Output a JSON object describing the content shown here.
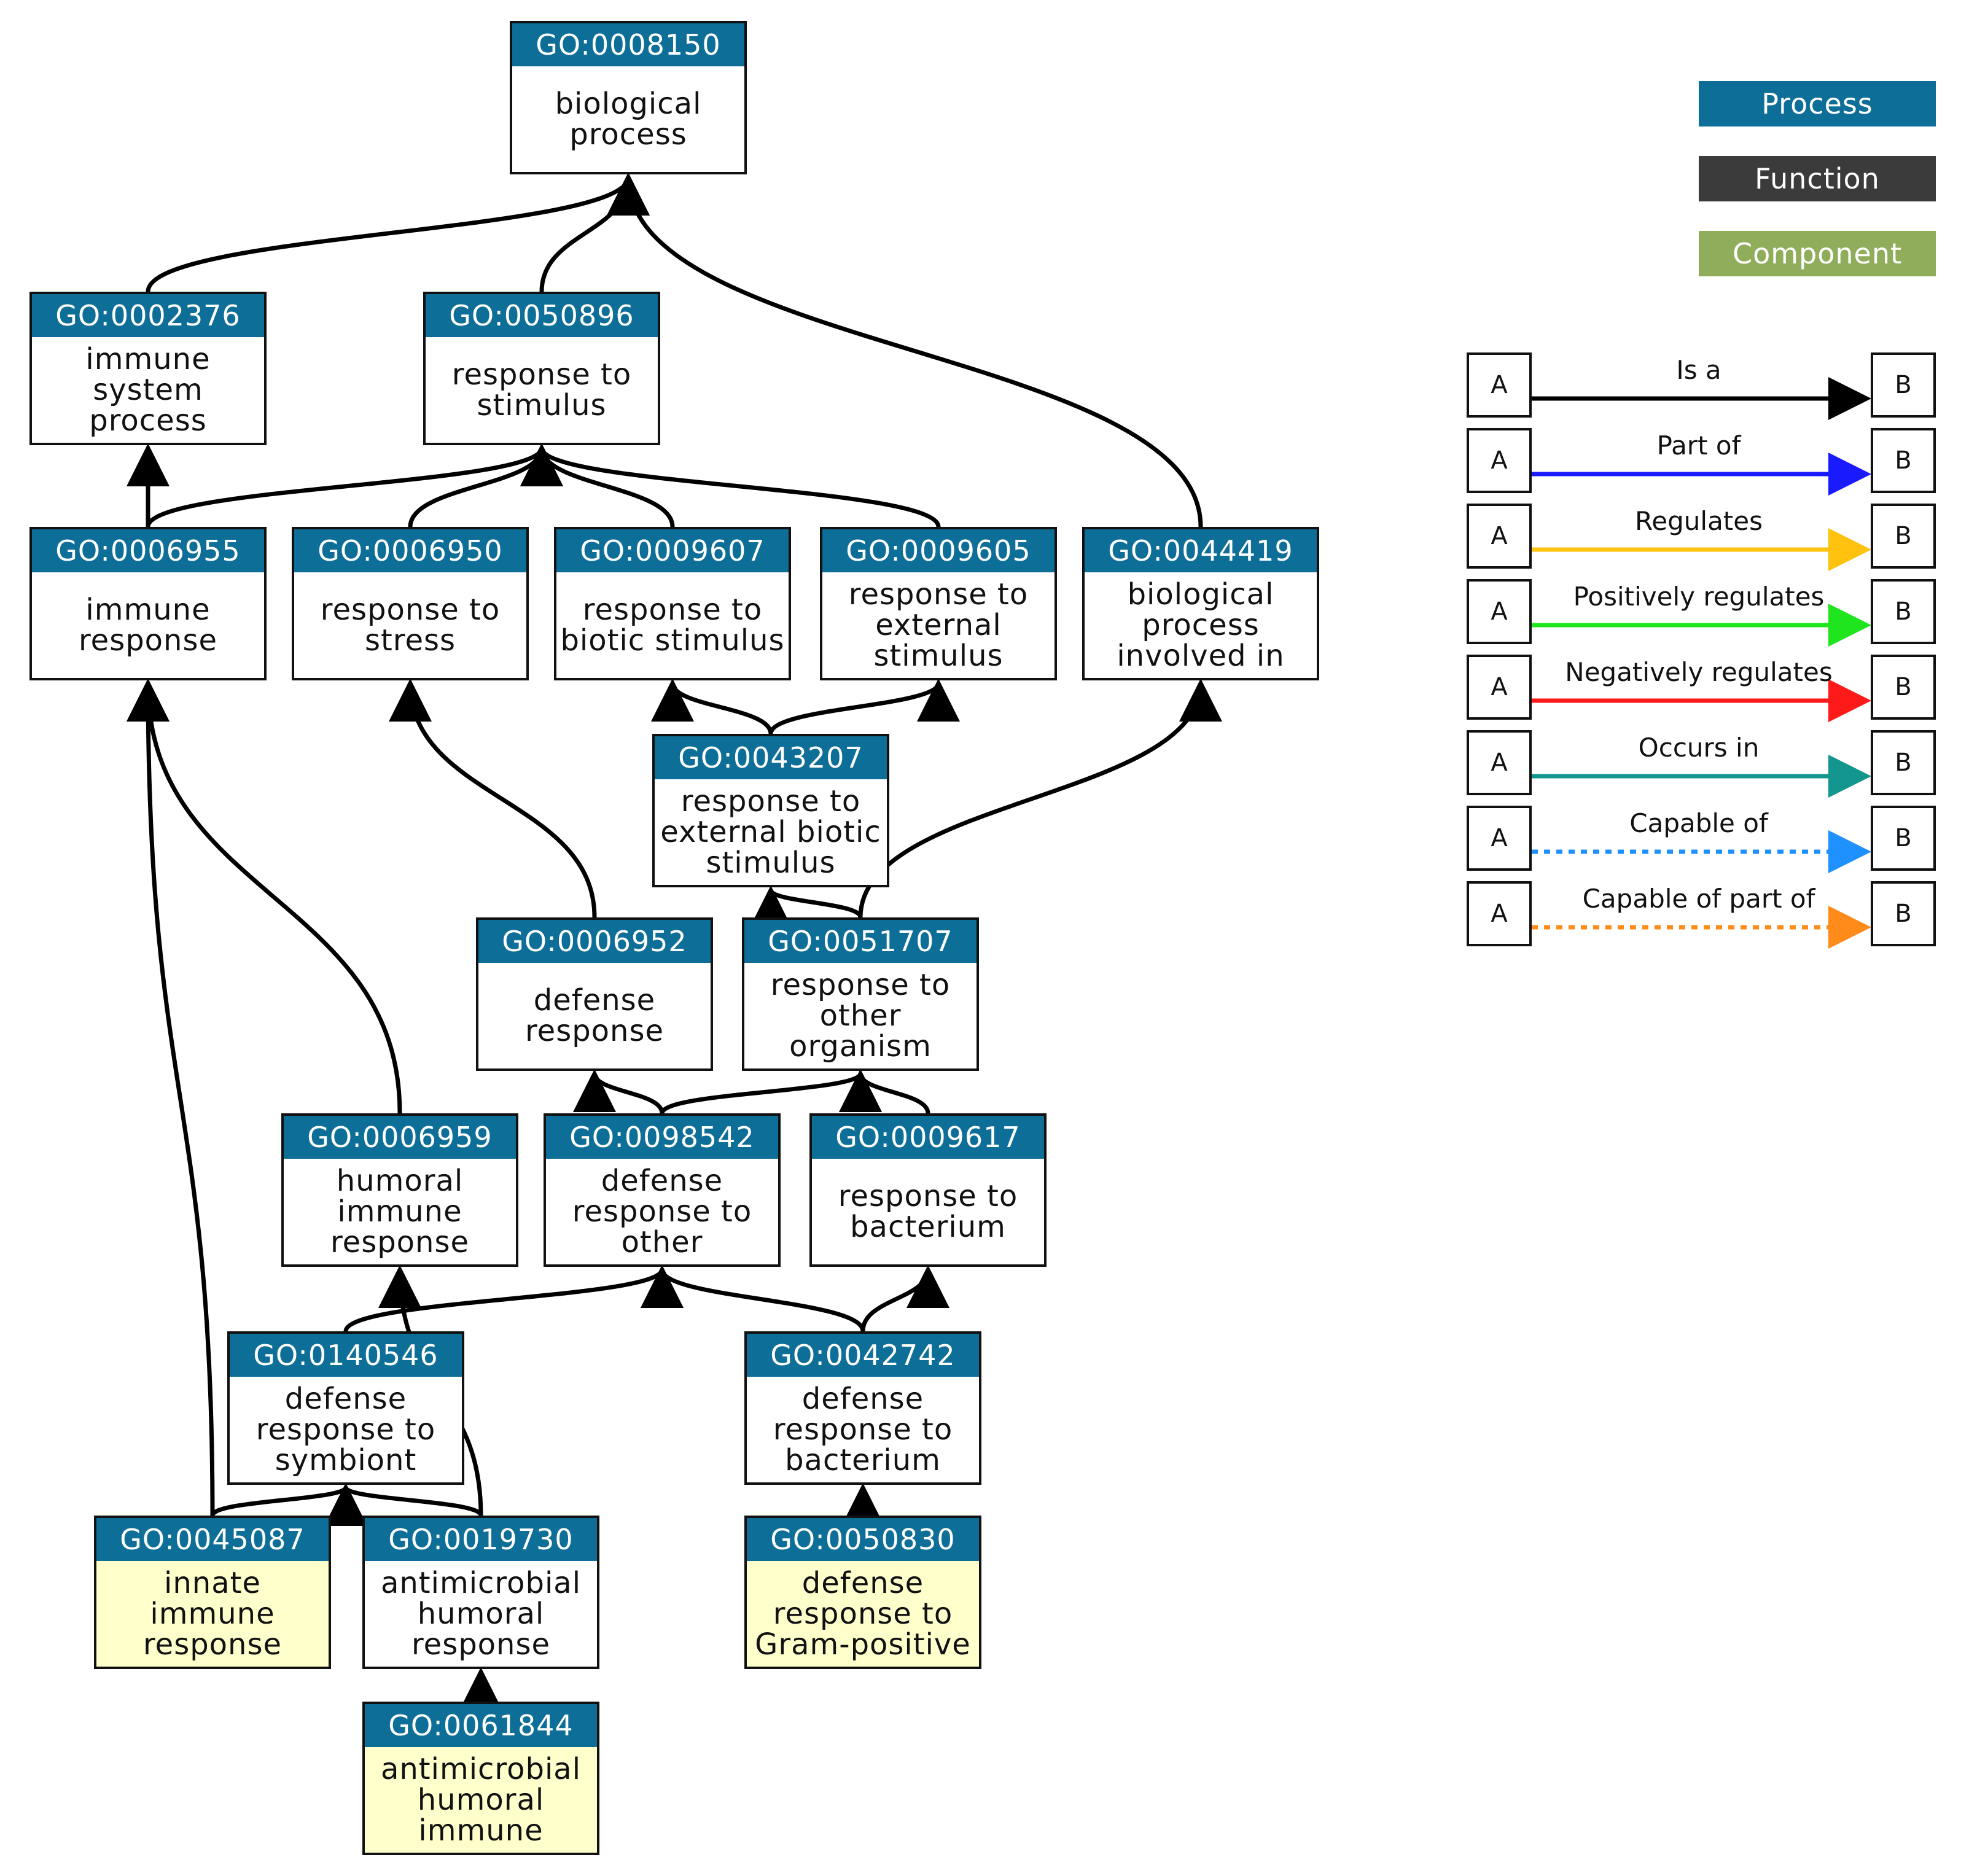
{
  "nodes": [
    {
      "key": "n0008150",
      "id": "GO:0008150",
      "label": "biological process",
      "highlight": false
    },
    {
      "key": "n0002376",
      "id": "GO:0002376",
      "label": "immune system process",
      "highlight": false
    },
    {
      "key": "n0050896",
      "id": "GO:0050896",
      "label": "response to stimulus",
      "highlight": false
    },
    {
      "key": "n0006955",
      "id": "GO:0006955",
      "label": "immune response",
      "highlight": false
    },
    {
      "key": "n0006950",
      "id": "GO:0006950",
      "label": "response to stress",
      "highlight": false
    },
    {
      "key": "n0009607",
      "id": "GO:0009607",
      "label": "response to biotic stimulus",
      "highlight": false
    },
    {
      "key": "n0009605",
      "id": "GO:0009605",
      "label": "response to external stimulus",
      "highlight": false
    },
    {
      "key": "n0044419",
      "id": "GO:0044419",
      "label": "biological process involved in",
      "highlight": false
    },
    {
      "key": "n0043207",
      "id": "GO:0043207",
      "label": "response to external biotic stimulus",
      "highlight": false
    },
    {
      "key": "n0006952",
      "id": "GO:0006952",
      "label": "defense response",
      "highlight": false
    },
    {
      "key": "n0051707",
      "id": "GO:0051707",
      "label": "response to other organism",
      "highlight": false
    },
    {
      "key": "n0006959",
      "id": "GO:0006959",
      "label": "humoral immune response",
      "highlight": false
    },
    {
      "key": "n0098542",
      "id": "GO:0098542",
      "label": "defense response to other",
      "highlight": false
    },
    {
      "key": "n0009617",
      "id": "GO:0009617",
      "label": "response to bacterium",
      "highlight": false
    },
    {
      "key": "n0140546",
      "id": "GO:0140546",
      "label": "defense response to symbiont",
      "highlight": false
    },
    {
      "key": "n0042742",
      "id": "GO:0042742",
      "label": "defense response to bacterium",
      "highlight": false
    },
    {
      "key": "n0045087",
      "id": "GO:0045087",
      "label": "innate immune response",
      "highlight": true
    },
    {
      "key": "n0019730",
      "id": "GO:0019730",
      "label": "antimicrobial humoral response",
      "highlight": false
    },
    {
      "key": "n0050830",
      "id": "GO:0050830",
      "label": "defense response to Gram-positive",
      "highlight": true
    },
    {
      "key": "n0061844",
      "id": "GO:0061844",
      "label": "antimicrobial humoral immune",
      "highlight": true
    }
  ],
  "edges": [
    {
      "from": "GO:0002376",
      "to": "GO:0008150",
      "relation": "Is a"
    },
    {
      "from": "GO:0050896",
      "to": "GO:0008150",
      "relation": "Is a"
    },
    {
      "from": "GO:0044419",
      "to": "GO:0008150",
      "relation": "Is a"
    },
    {
      "from": "GO:0006955",
      "to": "GO:0002376",
      "relation": "Is a"
    },
    {
      "from": "GO:0006955",
      "to": "GO:0050896",
      "relation": "Is a"
    },
    {
      "from": "GO:0006950",
      "to": "GO:0050896",
      "relation": "Is a"
    },
    {
      "from": "GO:0009607",
      "to": "GO:0050896",
      "relation": "Is a"
    },
    {
      "from": "GO:0009605",
      "to": "GO:0050896",
      "relation": "Is a"
    },
    {
      "from": "GO:0043207",
      "to": "GO:0009607",
      "relation": "Is a"
    },
    {
      "from": "GO:0043207",
      "to": "GO:0009605",
      "relation": "Is a"
    },
    {
      "from": "GO:0006952",
      "to": "GO:0006950",
      "relation": "Is a"
    },
    {
      "from": "GO:0051707",
      "to": "GO:0043207",
      "relation": "Is a"
    },
    {
      "from": "GO:0051707",
      "to": "GO:0044419",
      "relation": "Is a"
    },
    {
      "from": "GO:0006959",
      "to": "GO:0006955",
      "relation": "Is a"
    },
    {
      "from": "GO:0098542",
      "to": "GO:0006952",
      "relation": "Is a"
    },
    {
      "from": "GO:0098542",
      "to": "GO:0051707",
      "relation": "Is a"
    },
    {
      "from": "GO:0009617",
      "to": "GO:0051707",
      "relation": "Is a"
    },
    {
      "from": "GO:0140546",
      "to": "GO:0098542",
      "relation": "Is a"
    },
    {
      "from": "GO:0042742",
      "to": "GO:0098542",
      "relation": "Is a"
    },
    {
      "from": "GO:0042742",
      "to": "GO:0009617",
      "relation": "Is a"
    },
    {
      "from": "GO:0045087",
      "to": "GO:0006955",
      "relation": "Is a"
    },
    {
      "from": "GO:0045087",
      "to": "GO:0140546",
      "relation": "Is a"
    },
    {
      "from": "GO:0019730",
      "to": "GO:0140546",
      "relation": "Is a"
    },
    {
      "from": "GO:0019730",
      "to": "GO:0006959",
      "relation": "Is a"
    },
    {
      "from": "GO:0050830",
      "to": "GO:0042742",
      "relation": "Is a"
    },
    {
      "from": "GO:0061844",
      "to": "GO:0019730",
      "relation": "Is a"
    }
  ],
  "legend": {
    "aspects": [
      {
        "label": "Process",
        "color": "#0d6e97"
      },
      {
        "label": "Function",
        "color": "#3b3b3b"
      },
      {
        "label": "Component",
        "color": "#8fad5a"
      }
    ],
    "relations": [
      {
        "label": "Is a",
        "color": "#000000",
        "dashed": false
      },
      {
        "label": "Part of",
        "color": "#1a1aff",
        "dashed": false
      },
      {
        "label": "Regulates",
        "color": "#ffc20e",
        "dashed": false
      },
      {
        "label": "Positively regulates",
        "color": "#1ee51e",
        "dashed": false
      },
      {
        "label": "Negatively regulates",
        "color": "#ff1a1a",
        "dashed": false
      },
      {
        "label": "Occurs in",
        "color": "#13968f",
        "dashed": false
      },
      {
        "label": "Capable of",
        "color": "#1e90ff",
        "dashed": true
      },
      {
        "label": "Capable of part of",
        "color": "#ff8c1a",
        "dashed": true
      }
    ],
    "box_a": "A",
    "box_b": "B"
  }
}
